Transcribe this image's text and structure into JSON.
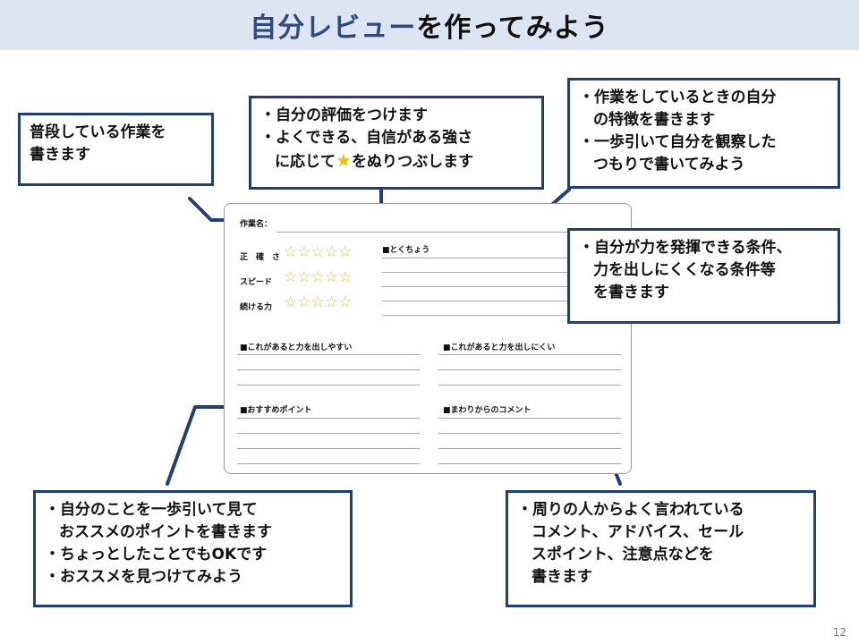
{
  "title": {
    "part1": "自分レビュー",
    "part2": "を作ってみよう"
  },
  "callouts": {
    "top_left": {
      "lines": [
        "普段している作業を",
        "書きます"
      ]
    },
    "top_middle": {
      "line1": "・自分の評価をつけます",
      "line2": "・よくできる、自信がある強さ",
      "line3_before": "に応じて",
      "line3_star": "★",
      "line3_after": "をぬりつぶします"
    },
    "top_right": {
      "lines": [
        "・作業をしているときの自分",
        "の特徴を書きます",
        "・一歩引いて自分を観察した",
        "つもりで書いてみよう"
      ]
    },
    "mid_right": {
      "lines": [
        "・自分が力を発揮できる条件、",
        "力を出しにくくなる条件等",
        "を書きます"
      ]
    },
    "bottom_left": {
      "lines": [
        "・自分のことを一歩引いて見て",
        "おススメのポイントを書きます",
        "・ちょっとしたことでもOKです",
        "・おススメを見つけてみよう"
      ]
    },
    "bottom_right": {
      "lines": [
        "・周りの人からよく言われている",
        "コメント、アドバイス、セール",
        "スポイント、注意点などを",
        "書きます"
      ]
    }
  },
  "form": {
    "task_name_label": "作業名：",
    "ratings": [
      {
        "label": "正　確　さ",
        "stars": "☆☆☆☆☆"
      },
      {
        "label": "スピード",
        "stars": "☆☆☆☆☆"
      },
      {
        "label": "続ける力",
        "stars": "☆☆☆☆☆"
      }
    ],
    "features_label": "■とくちょう",
    "easy_label": "■これがあると力を出しやすい",
    "hard_label": "■これがあると力を出しにくい",
    "recommend_label": "■おすすめポイント",
    "comments_label": "■まわりからのコメント"
  },
  "page_number": "12",
  "colors": {
    "accent": "#1f3f7a",
    "title_bg": "#dde5f2",
    "title_blue": "#2e4a7e",
    "star": "#f2c200"
  }
}
